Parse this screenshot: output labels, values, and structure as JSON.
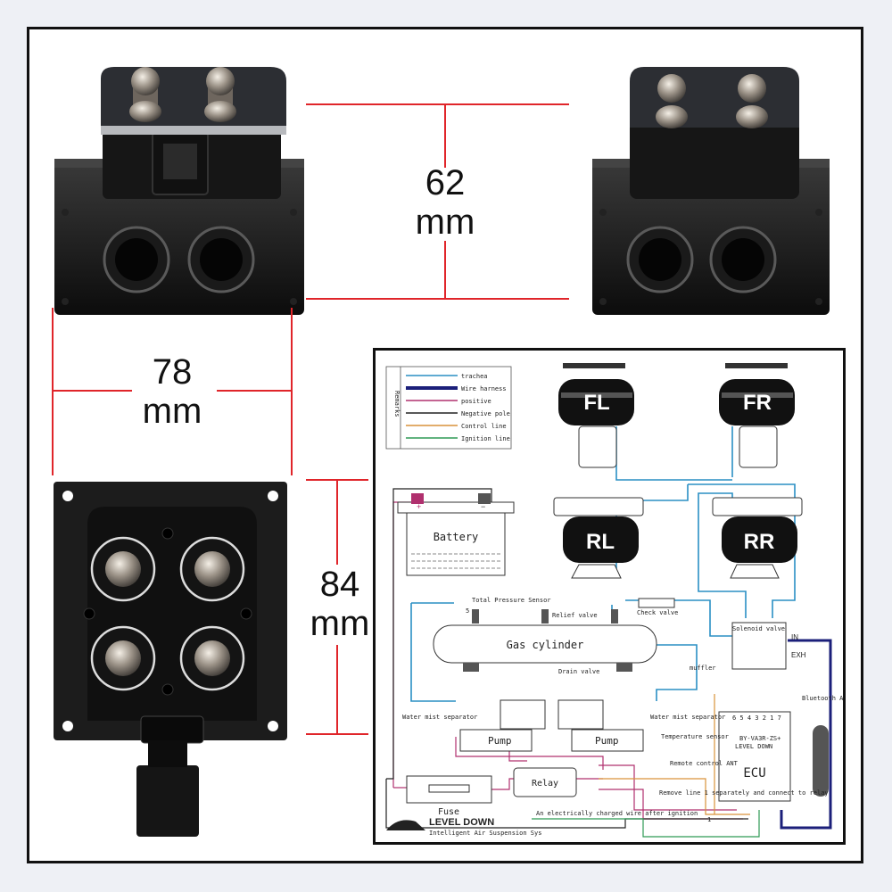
{
  "dimensions": {
    "height_top": {
      "value": "62",
      "unit": "mm"
    },
    "width": {
      "value": "78",
      "unit": "mm"
    },
    "height_side": {
      "value": "84",
      "unit": "mm"
    }
  },
  "colors": {
    "dimension_line": "#e0252a",
    "trachea": "#2a8fc4",
    "wire_harness": "#1b1f7a",
    "positive": "#b0306e",
    "negative": "#222222",
    "control_line": "#d9923a",
    "ignition_line": "#2e9a55"
  },
  "legend": {
    "title": "Remarks",
    "items": [
      {
        "label": "trachea",
        "color": "#2a8fc4"
      },
      {
        "label": "Wire harness",
        "color": "#1b1f7a"
      },
      {
        "label": "positive",
        "color": "#b0306e"
      },
      {
        "label": "Negative pole",
        "color": "#222222"
      },
      {
        "label": "Control line",
        "color": "#d9923a"
      },
      {
        "label": "Ignition line",
        "color": "#2e9a55"
      }
    ]
  },
  "diagram": {
    "airbags": {
      "fl": "FL",
      "fr": "FR",
      "rl": "RL",
      "rr": "RR"
    },
    "battery": "Battery",
    "battery_plus": "+",
    "battery_minus": "−",
    "gas_cylinder": "Gas cylinder",
    "total_pressure_sensor": "Total Pressure Sensor",
    "pressure_sensor_number": "5",
    "relief_valve": "Relief valve",
    "check_valve": "Check valve",
    "drain_valve": "Drain valve",
    "solenoid_valve": "Solenoid valve",
    "in_port": "IN",
    "exh_port": "EXH",
    "muffler": "muffler",
    "bluetooth_ant": "Bluetooth ANT",
    "ecu": "ECU",
    "ecu_brand": "LEVEL DOWN",
    "ecu_model": "BY-VA3R-ZS+",
    "ecu_pins": "6 5 4 3 2 1 7",
    "temperature_sensor": "Temperature sensor",
    "remote_control": "Remote control ANT",
    "pump_1": "Pump",
    "pump_2": "Pump",
    "water_mist_left": "Water mist separator",
    "water_mist_right": "Water mist separator",
    "fuse": "Fuse",
    "relay": "Relay",
    "remove_line": "Remove line 1 separately and connect to relay",
    "line_number": "1",
    "ignition_note": "An electrically charged wire after ignition",
    "brand": "LEVEL DOWN",
    "brand_tagline": "Intelligent Air Suspension Sys"
  }
}
